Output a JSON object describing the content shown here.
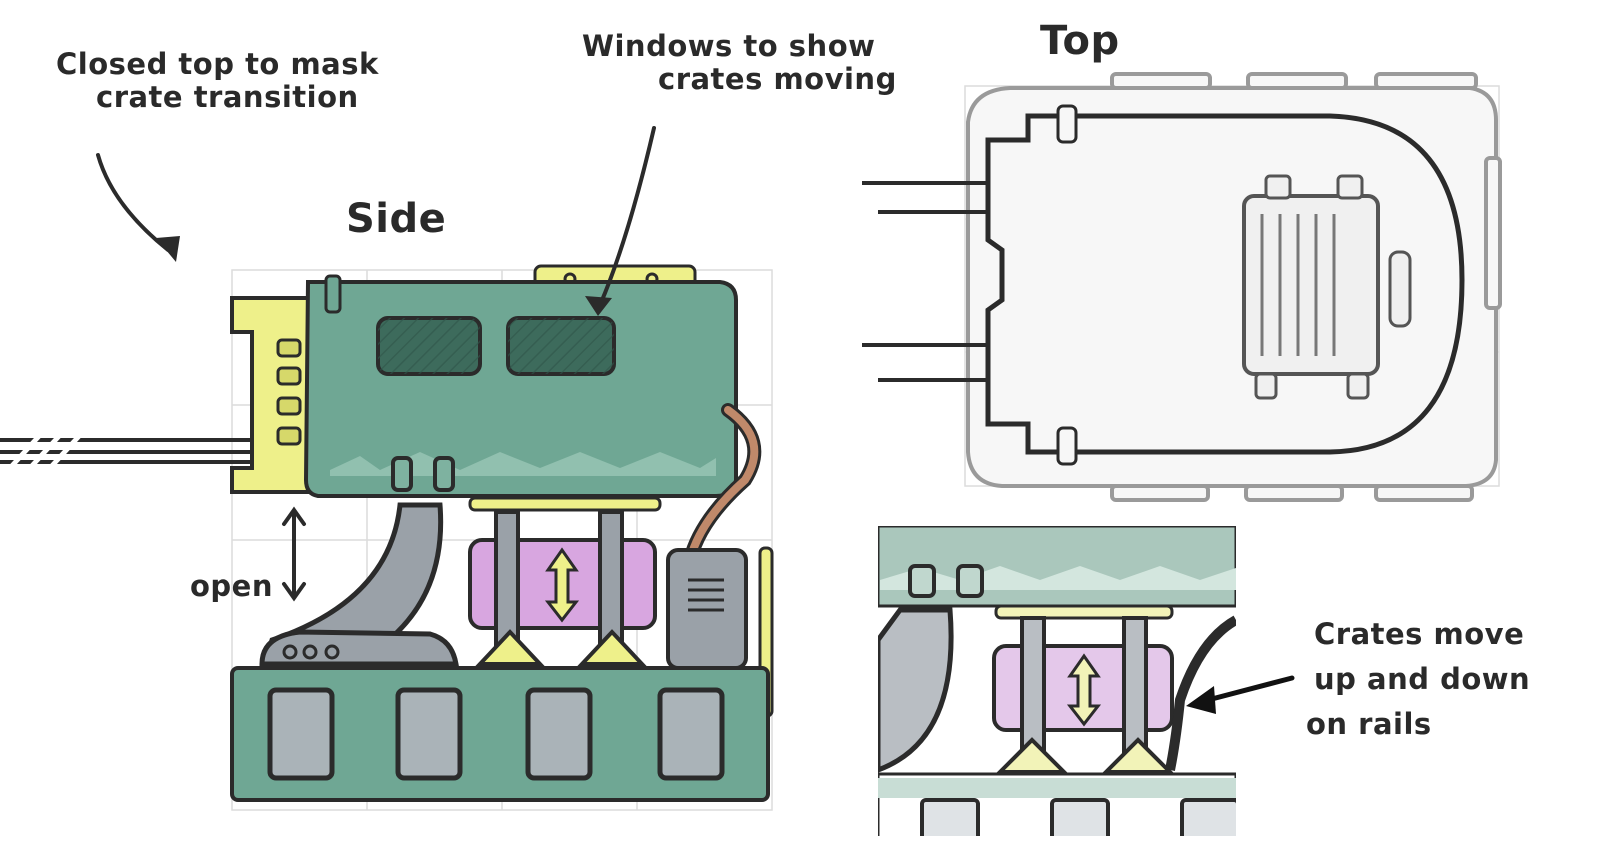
{
  "annotations": {
    "closed_top_line1": "Closed top to mask",
    "closed_top_line2": "crate transition",
    "windows_line1": "Windows to show",
    "windows_line2": "crates moving",
    "side_title": "Side",
    "top_title": "Top",
    "open_label": "open",
    "crates_line1": "Crates move",
    "crates_line2": "up and down",
    "crates_line3": "on rails"
  },
  "colors": {
    "machine_green": "#6fa794",
    "machine_green_dark": "#4f8c79",
    "accent_yellow": "#eef08a",
    "crate_pink": "#d8a6e0",
    "pipe_gray": "#9aa1a8",
    "window_dark": "#3d6b5c",
    "grid_line": "#d8d8d8",
    "outline": "#2b2b2b",
    "hose_brown": "#c0896a"
  }
}
